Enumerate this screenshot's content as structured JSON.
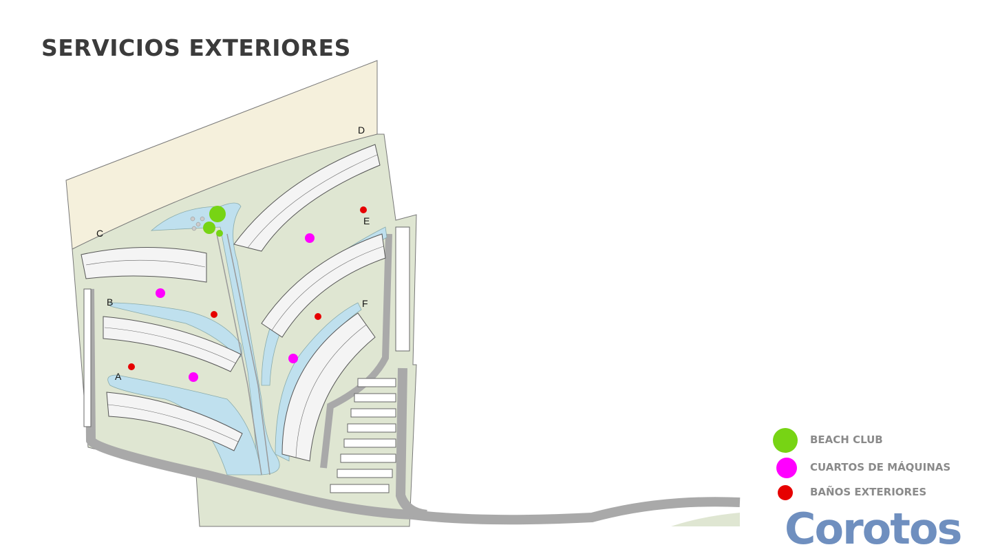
{
  "title": "SERVICIOS EXTERIORES",
  "map": {
    "building_labels": [
      "D",
      "C",
      "E",
      "B",
      "F",
      "A"
    ]
  },
  "legend": [
    {
      "label": "BEACH CLUB",
      "color": "#77d414"
    },
    {
      "label": "CUARTOS DE MÁQUINAS",
      "color": "#ff00ff"
    },
    {
      "label": "BAÑOS EXTERIORES",
      "color": "#e60000"
    }
  ],
  "watermark": "Corotos",
  "colors": {
    "sand": "#f5f0dc",
    "land": "#dfe6d2",
    "water": "#bfe0ee",
    "road": "#a9a9a9"
  }
}
